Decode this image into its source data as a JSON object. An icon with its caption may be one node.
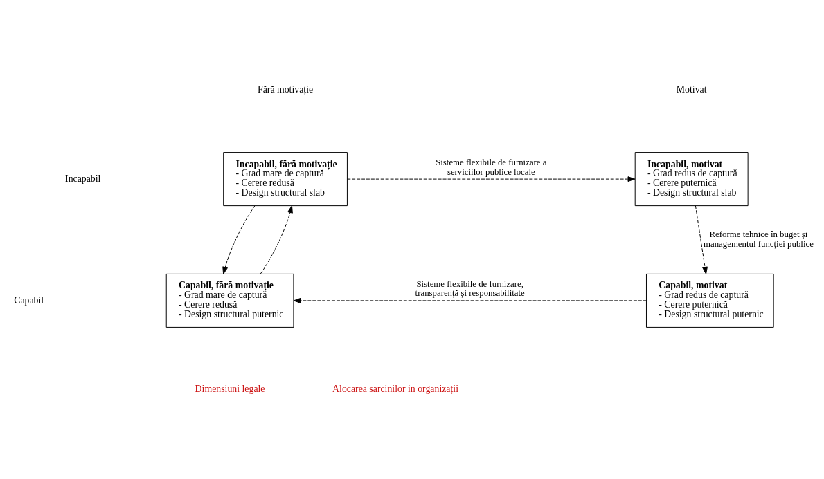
{
  "diagram": {
    "nodes": [
      {
        "text": [
          "Incapabil, fără motivație",
          "- Grad mare de captură",
          "- Cerere redusă",
          "- Design structural slab"
        ]
      },
      {
        "text": [
          "Incapabil, motivat",
          "- Grad redus de captură",
          "- Cerere puternică",
          "- Design structural slab"
        ]
      },
      {
        "text": [
          "Capabil, motivat",
          "- Grad redus de captură",
          "- Cerere puternică",
          "- Design structural puternic"
        ]
      },
      {
        "text": [
          "Capabil, fără motivație",
          "- Grad mare de captură",
          "- Cerere redusă",
          "- Design structural puternic"
        ]
      }
    ],
    "edges": [
      {
        "from": 0,
        "to": 1,
        "arrow": "to",
        "style": "dashed",
        "label": "Sisteme flexibile de furnizare a serviciilor publice locale"
      },
      {
        "from": 1,
        "to": 2,
        "arrow": "to",
        "style": "dashed",
        "label": "Reforme tehnice în buget şi managementul funcției publice"
      },
      {
        "from": 2,
        "to": 3,
        "arrow": "to",
        "style": "dashed",
        "label": "Sisteme flexibile de furnizare, transparență şi responsabilitate"
      },
      {
        "from": 3,
        "to": 0,
        "arrow": "to",
        "style": "dashed"
      },
      {
        "from": 0,
        "to": 3,
        "arrow": "to",
        "style": "dashed"
      }
    ],
    "labels": [
      "Incapabil",
      "Fără motivație",
      "Motivat",
      "Capabil",
      "Dimensiuni legale",
      "Alocarea sarcinilor in organizații"
    ]
  }
}
